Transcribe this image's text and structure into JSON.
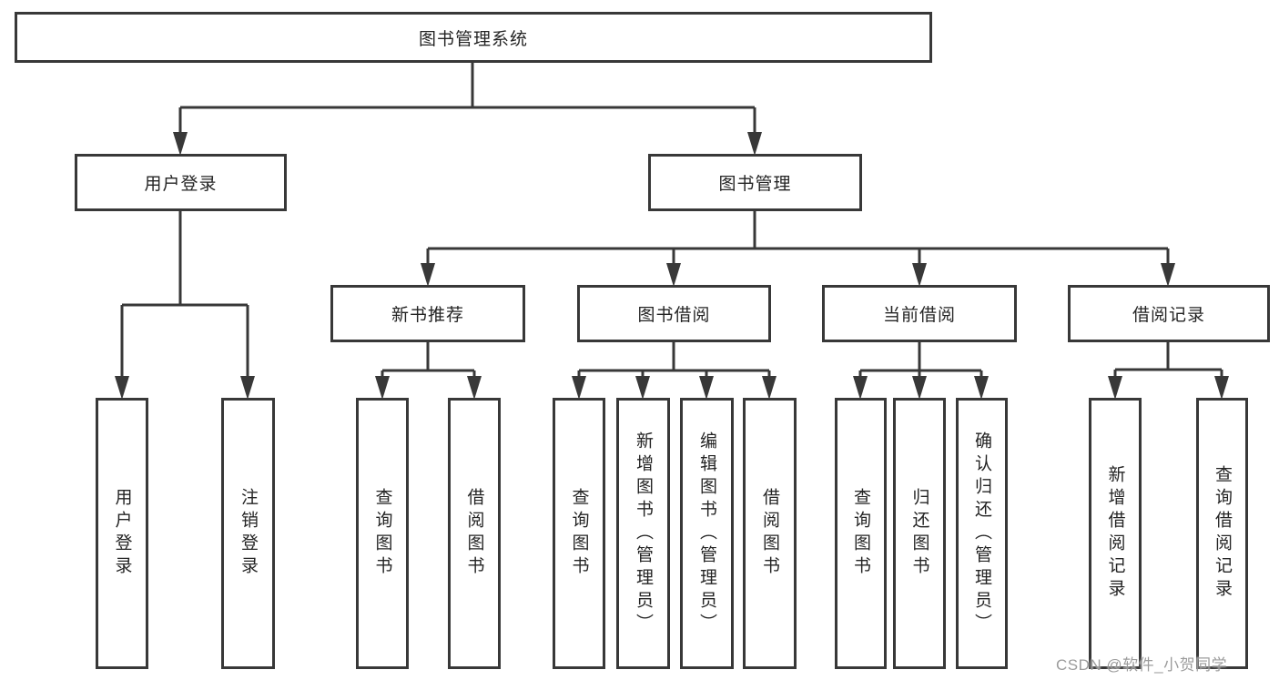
{
  "watermark": "CSDN @软件_小贺同学",
  "colors": {
    "line": "#383838",
    "box_border": "#383838",
    "box_fill": "#ffffff",
    "text": "#242424",
    "watermark": "#949494",
    "background": "#ffffff"
  },
  "tree": {
    "label": "图书管理系统",
    "children": [
      {
        "label": "用户登录",
        "children": [
          {
            "label": "用户登录"
          },
          {
            "label": "注销登录"
          }
        ]
      },
      {
        "label": "图书管理",
        "children": [
          {
            "label": "新书推荐",
            "children": [
              {
                "label": "查询图书"
              },
              {
                "label": "借阅图书"
              }
            ]
          },
          {
            "label": "图书借阅",
            "children": [
              {
                "label": "查询图书"
              },
              {
                "label": "新增图书（管理员）"
              },
              {
                "label": "编辑图书（管理员）"
              },
              {
                "label": "借阅图书"
              }
            ]
          },
          {
            "label": "当前借阅",
            "children": [
              {
                "label": "查询图书"
              },
              {
                "label": "归还图书"
              },
              {
                "label": "确认归还（管理员）"
              }
            ]
          },
          {
            "label": "借阅记录",
            "children": [
              {
                "label": "新增借阅记录"
              },
              {
                "label": "查询借阅记录"
              }
            ]
          }
        ]
      }
    ]
  }
}
